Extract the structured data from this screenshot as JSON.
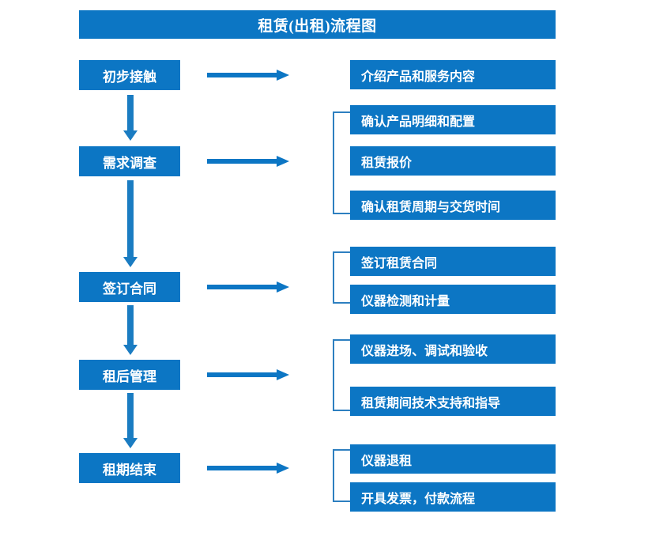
{
  "diagram": {
    "title": "租赁(出租)流程图",
    "theme_color": "#0c76c4",
    "bracket_color": "#2d7fc0",
    "arrow_color": "#1a7cc2",
    "stages": [
      {
        "label": "初步接触"
      },
      {
        "label": "需求调查"
      },
      {
        "label": "签订合同"
      },
      {
        "label": "租后管理"
      },
      {
        "label": "租期结束"
      }
    ],
    "details": [
      {
        "label": "介绍产品和服务内容"
      },
      {
        "label": "确认产品明细和配置"
      },
      {
        "label": "租赁报价"
      },
      {
        "label": "确认租赁周期与交货时间"
      },
      {
        "label": "签订租赁合同"
      },
      {
        "label": "仪器检测和计量"
      },
      {
        "label": "仪器进场、调试和验收"
      },
      {
        "label": "租赁期间技术支持和指导"
      },
      {
        "label": "仪器退租"
      },
      {
        "label": "开具发票，付款流程"
      }
    ]
  }
}
